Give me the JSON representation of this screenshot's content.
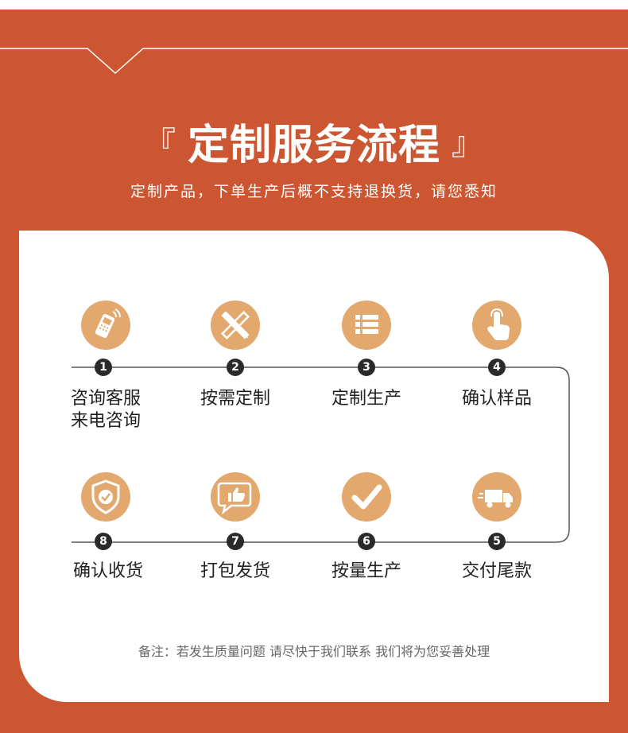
{
  "header": {
    "bracket_open": "『",
    "title": "定制服务流程",
    "bracket_close": "』",
    "subtitle": "定制产品，下单生产后概不支持退换货，请您悉知"
  },
  "steps": [
    {
      "number": "1",
      "label_line1": "咨询客服",
      "label_line2": "来电咨询",
      "icon": "phone-icon"
    },
    {
      "number": "2",
      "label_line1": "按需定制",
      "label_line2": "",
      "icon": "pencil-ruler-icon"
    },
    {
      "number": "3",
      "label_line1": "定制生产",
      "label_line2": "",
      "icon": "list-icon"
    },
    {
      "number": "4",
      "label_line1": "确认样品",
      "label_line2": "",
      "icon": "hand-pointer-icon"
    },
    {
      "number": "5",
      "label_line1": "交付尾款",
      "label_line2": "",
      "icon": "truck-icon"
    },
    {
      "number": "6",
      "label_line1": "按量生产",
      "label_line2": "",
      "icon": "checkmark-icon"
    },
    {
      "number": "7",
      "label_line1": "打包发货",
      "label_line2": "",
      "icon": "thumbs-up-icon"
    },
    {
      "number": "8",
      "label_line1": "确认收货",
      "label_line2": "",
      "icon": "shield-check-icon"
    }
  ],
  "note": "备注：若发生质量问题 请尽快于我们联系 我们将为您妥善处理",
  "colors": {
    "background": "#cd5632",
    "icon_circle": "#e3a86e",
    "number_badge": "#2a2a2a"
  }
}
